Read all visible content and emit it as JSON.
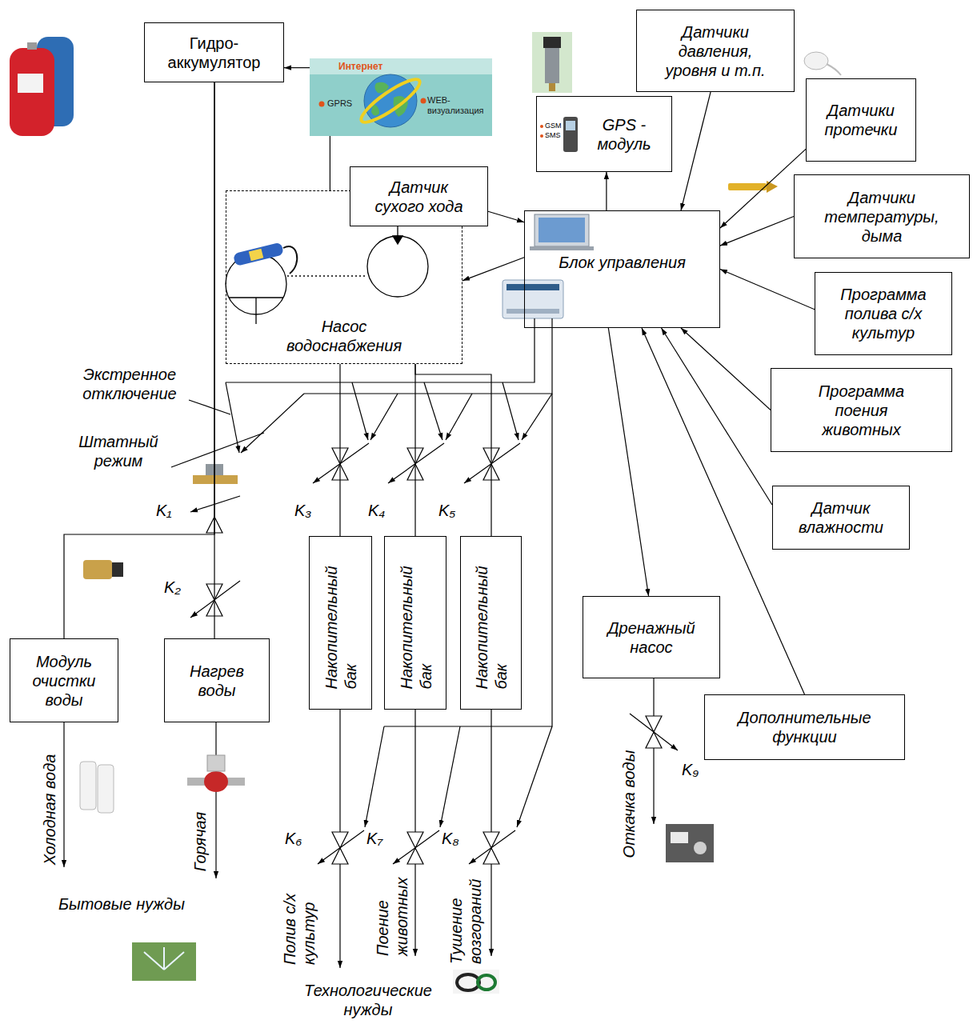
{
  "diagram": {
    "nodes": [
      {
        "text": [
          "Гидро- аккумулятор"
        ]
      },
      {
        "text": [
          "Интернет",
          "GPRS",
          "WEB- визуализация"
        ]
      },
      {
        "text": [
          "GPS - модуль"
        ]
      },
      {
        "text": [
          "Датчики давления, уровня и т.п."
        ]
      },
      {
        "text": [
          "Датчики протечки"
        ]
      },
      {
        "text": [
          "Насос водоснабжения"
        ]
      },
      {
        "text": [
          "Датчик сухого хода"
        ]
      },
      {
        "text": [
          "Блок управления"
        ]
      },
      {
        "text": [
          "Датчики температуры, дыма"
        ]
      },
      {
        "text": [
          "Программа полива с/х культур"
        ]
      },
      {
        "text": [
          "Программа поения животных"
        ]
      },
      {
        "text": [
          "Датчик влажности"
        ]
      },
      {
        "text": [
          "Дренажный насос"
        ]
      },
      {
        "text": [
          "Дополнительные функции"
        ]
      },
      {
        "text": [
          "Модуль очистки воды"
        ]
      },
      {
        "text": [
          "Нагрев воды"
        ]
      },
      {
        "text": [
          "Накопительный бак"
        ]
      },
      {
        "text": [
          "Накопительный бак"
        ]
      },
      {
        "text": [
          "Накопительный бак"
        ]
      }
    ],
    "edges": [
      {
        "from": 1,
        "to": 0,
        "arrow": "to"
      },
      {
        "from": 1,
        "to": 5,
        "arrow": "none"
      },
      {
        "from": 6,
        "to": 7,
        "arrow": "to"
      },
      {
        "from": 7,
        "to": 2,
        "arrow": "to"
      },
      {
        "from": 7,
        "to": 5,
        "arrow": "to"
      },
      {
        "from": 3,
        "to": 7,
        "arrow": "to"
      },
      {
        "from": 4,
        "to": 7,
        "arrow": "to"
      },
      {
        "from": 8,
        "to": 7,
        "arrow": "to"
      },
      {
        "from": 9,
        "to": 7,
        "arrow": "to"
      },
      {
        "from": 10,
        "to": 7,
        "arrow": "to"
      },
      {
        "from": 11,
        "to": 7,
        "arrow": "to"
      },
      {
        "from": 13,
        "to": 7,
        "arrow": "to"
      },
      {
        "from": 7,
        "to": 12,
        "arrow": "to"
      },
      {
        "from": 0,
        "to": 14,
        "arrow": "none"
      },
      {
        "from": 0,
        "to": 15,
        "arrow": "none"
      },
      {
        "from": 5,
        "to": 16,
        "arrow": "none"
      },
      {
        "from": 5,
        "to": 17,
        "arrow": "none"
      },
      {
        "from": 5,
        "to": 18,
        "arrow": "none"
      }
    ],
    "labels": [
      "Экстренное отключение",
      "Штатный режим",
      "K₁",
      "K₂",
      "K₃",
      "K₄",
      "K₅",
      "K₆",
      "K₇",
      "K₈",
      "K₉",
      "Холодная вода",
      "Горячая",
      "Бытовые нужды",
      "Полив с/х культур",
      "Поение животных",
      "Тушение возгораний",
      "Технологические нужды",
      "Откачка воды",
      "GSM",
      "SMS"
    ]
  }
}
